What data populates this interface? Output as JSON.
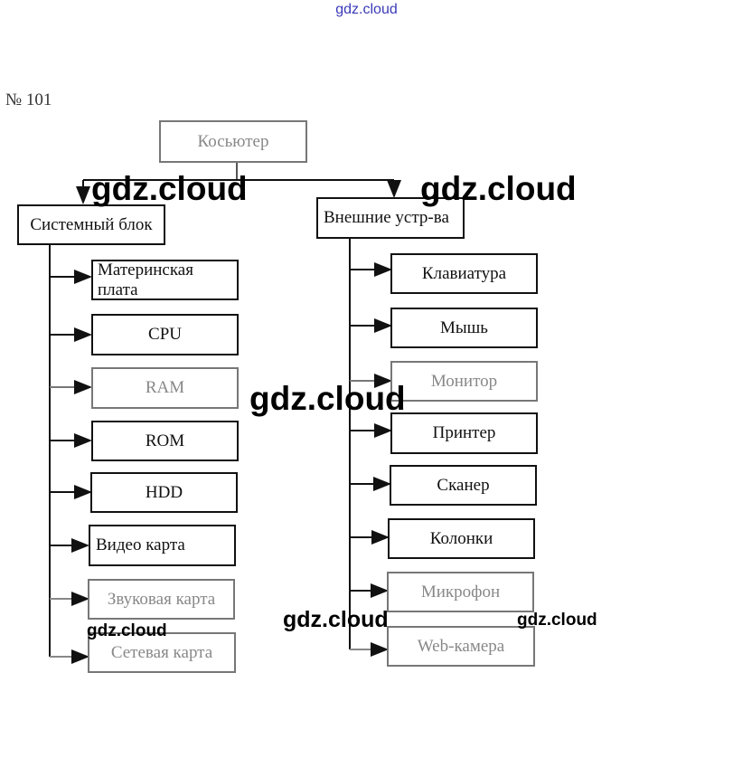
{
  "header": {
    "site_link": "gdz.cloud",
    "task_number": "№ 101"
  },
  "diagram": {
    "root": {
      "label": "Косьютер"
    },
    "branches": [
      {
        "label": "Системный блок",
        "children": [
          "Материнская плата",
          "CPU",
          "RAM",
          "ROM",
          "HDD",
          "Видео карта",
          "Звуковая карта",
          "Сетевая карта"
        ]
      },
      {
        "label": "Внешние устр-ва",
        "children": [
          "Клавиатура",
          "Мышь",
          "Монитор",
          "Принтер",
          "Сканер",
          "Колонки",
          "Микрофон",
          "Web-камера"
        ]
      }
    ]
  },
  "watermarks": {
    "text": "gdz.cloud"
  }
}
